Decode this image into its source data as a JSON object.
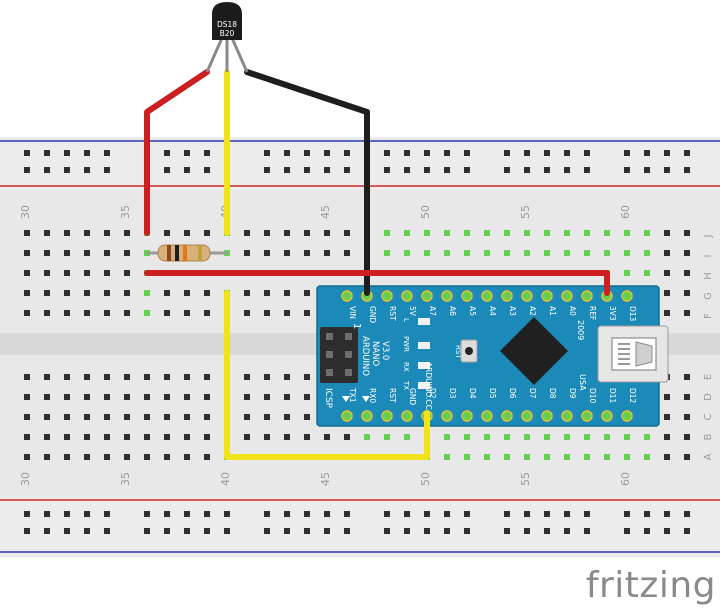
{
  "watermark": "fritzing",
  "sensor": {
    "label_line1": "DS18",
    "label_line2": "B20"
  },
  "breadboard": {
    "column_numbers_top": [
      "30",
      "35",
      "40",
      "45",
      "50",
      "55",
      "60"
    ],
    "column_numbers_bottom": [
      "30",
      "35",
      "40",
      "45",
      "50",
      "55",
      "60"
    ],
    "row_letters_top": [
      "J",
      "I",
      "H",
      "G",
      "F"
    ],
    "row_letters_bottom": [
      "E",
      "D",
      "C",
      "B",
      "A"
    ]
  },
  "arduino": {
    "board_name": "ARDUINO",
    "board_model": "NANO",
    "board_version": "V3.0",
    "vendor": "ARDUINO.CC",
    "year": "2009",
    "country": "USA",
    "header_label": "1",
    "icsp_label": "ICSP",
    "button_label": "RST",
    "led_labels": [
      "L",
      "PWR",
      "RX",
      "TX"
    ],
    "top_pins": [
      "VIN",
      "GND",
      "RST",
      "5V",
      "A7",
      "A6",
      "A5",
      "A4",
      "A3",
      "A2",
      "A1",
      "A0",
      "REF",
      "3V3",
      "D13"
    ],
    "bottom_pins": [
      "TX1",
      "RX0",
      "RST",
      "GND",
      "D2",
      "D3",
      "D4",
      "D5",
      "D6",
      "D7",
      "D8",
      "D9",
      "D10",
      "D11",
      "D12"
    ]
  },
  "colors": {
    "board": "#1c8ab8",
    "wire_red": "#cc1f1f",
    "wire_yellow": "#f0e31a",
    "wire_black": "#1e1e1e",
    "rail_blue": "#2a3bb0",
    "rail_red": "#cc2a2a",
    "connected_hole": "#63d14f",
    "hole": "#2f2f2f"
  }
}
